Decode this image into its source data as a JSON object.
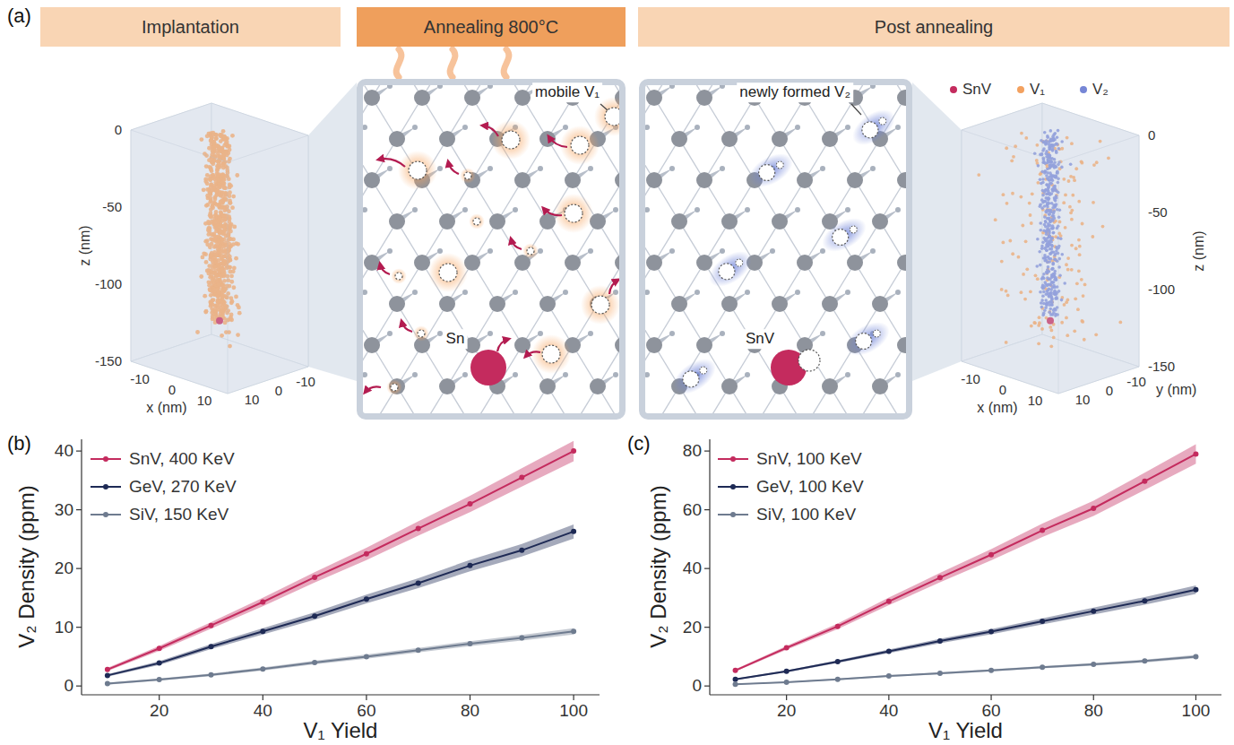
{
  "diagram": {
    "nodes": [
      {
        "text": [
          "Implantation"
        ]
      },
      {
        "text": [
          "Annealing 800°C"
        ]
      },
      {
        "text": [
          "Post annealing"
        ]
      },
      {
        "text": [
          "mobile V₁",
          "Sn"
        ]
      },
      {
        "text": [
          "newly formed V₂",
          "SnV"
        ]
      }
    ],
    "labels": [
      "(a)",
      "0",
      "-50",
      "-100",
      "-150",
      "z (nm)",
      "-10",
      "0",
      "10",
      "x (nm)",
      "10",
      "0",
      "-10",
      "0",
      "-50",
      "-100",
      "-150",
      "z (nm)",
      "-10",
      "0",
      "10",
      "x (nm)",
      "10",
      "0",
      "-10",
      "y (nm)",
      "(b)",
      "V₂ Density (ppm)",
      "V₁ Yield",
      "0",
      "10",
      "20",
      "30",
      "40",
      "20",
      "40",
      "60",
      "80",
      "100",
      "(c)",
      "V₂ Density (ppm)",
      "V₁ Yield",
      "0",
      "20",
      "40",
      "60",
      "80",
      "20",
      "40",
      "60",
      "80",
      "100"
    ],
    "legend": [
      {
        "text": "SnV",
        "color": "#c42b5e"
      },
      {
        "text": "V₁",
        "color": "#f3a15f"
      },
      {
        "text": "V₂",
        "color": "#7686d6"
      },
      {
        "text": "SnV, 400 KeV",
        "color": "#c42b5e"
      },
      {
        "text": "GeV, 270 KeV",
        "color": "#1e2a55"
      },
      {
        "text": "SiV, 150 KeV",
        "color": "#6e7b8f"
      },
      {
        "text": "SnV, 100 KeV",
        "color": "#c42b5e"
      },
      {
        "text": "GeV, 100 KeV",
        "color": "#1e2a55"
      },
      {
        "text": "SiV, 100 KeV",
        "color": "#6e7b8f"
      }
    ]
  }
}
